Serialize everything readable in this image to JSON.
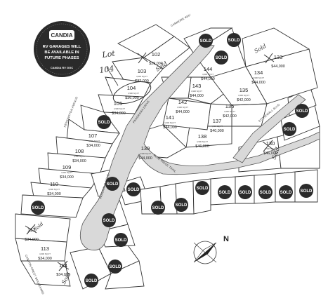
{
  "badge": {
    "brand": "CANDIA",
    "line1": "RV GARAGES WILL",
    "line2": "BE AVAILABLE IN",
    "line3": "FUTURE PHASES",
    "sub": "CANDIA RV GGC"
  },
  "sold_label": "SOLD",
  "sqft_note": "4,900 SQ.FT",
  "streets": {
    "canmore_way": "CANMORE WAY",
    "kensington": "KENSINGTON AVENUE",
    "panorama_drive": "PANORAMA DRIVE",
    "blue_ridge": "BLUE RIDGE TRAIL",
    "panorama_cove": "PANORAMA COVE",
    "canyon_crest": "CANYON CREST BOULEVARD",
    "stonewall": "STONEWALL BLVD"
  },
  "lots": [
    {
      "num": "102",
      "price": "$29,000"
    },
    {
      "num": "103",
      "price": "$32,000"
    },
    {
      "num": "104",
      "price": "$36,000"
    },
    {
      "num": "105",
      "price": "$34,000"
    },
    {
      "num": "107",
      "price": "$34,000"
    },
    {
      "num": "108",
      "price": "$34,000"
    },
    {
      "num": "109",
      "price": "$34,000"
    },
    {
      "num": "110",
      "price": "$34,000"
    },
    {
      "num": "112",
      "price": "$34,000"
    },
    {
      "num": "113",
      "price": "$34,000"
    },
    {
      "num": "114",
      "price": "$34,000"
    },
    {
      "num": "133",
      "price": "$44,000"
    },
    {
      "num": "134",
      "price": "$44,000"
    },
    {
      "num": "135",
      "price": "$42,000"
    },
    {
      "num": "136",
      "price": "$42,000"
    },
    {
      "num": "137",
      "price": "$40,000"
    },
    {
      "num": "138",
      "price": "$46,000"
    },
    {
      "num": "139",
      "price": "$44,000"
    },
    {
      "num": "130",
      "price": "$46,000"
    },
    {
      "num": "141",
      "price": "$44,000"
    },
    {
      "num": "142",
      "price": "$44,000"
    },
    {
      "num": "143",
      "price": "$44,000"
    },
    {
      "num": "144",
      "price": "$44,000"
    }
  ],
  "handwriting": {
    "lot_note_1": "Lot",
    "lot_note_2": "104",
    "sold_hand": "Sold"
  },
  "compass": {
    "north": "N"
  }
}
